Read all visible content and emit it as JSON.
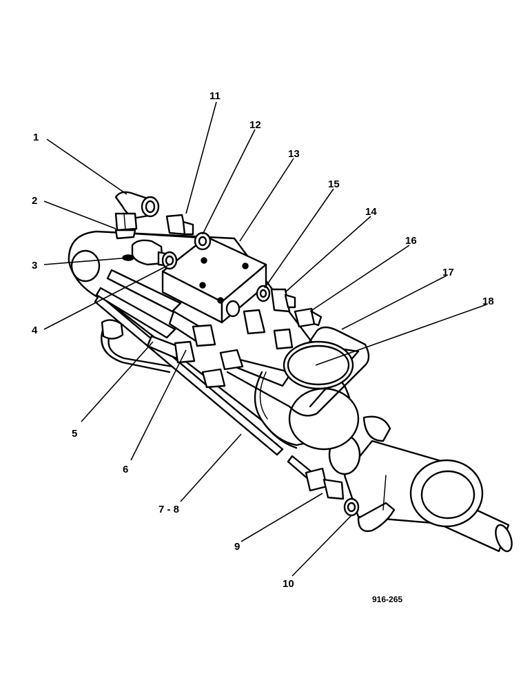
{
  "callouts": [
    "1",
    "2",
    "3",
    "4",
    "5",
    "6",
    "7 - 8",
    "9",
    "10",
    "11",
    "12",
    "13",
    "14",
    "15",
    "16",
    "17",
    "18"
  ],
  "drawing_ref": "916-265"
}
